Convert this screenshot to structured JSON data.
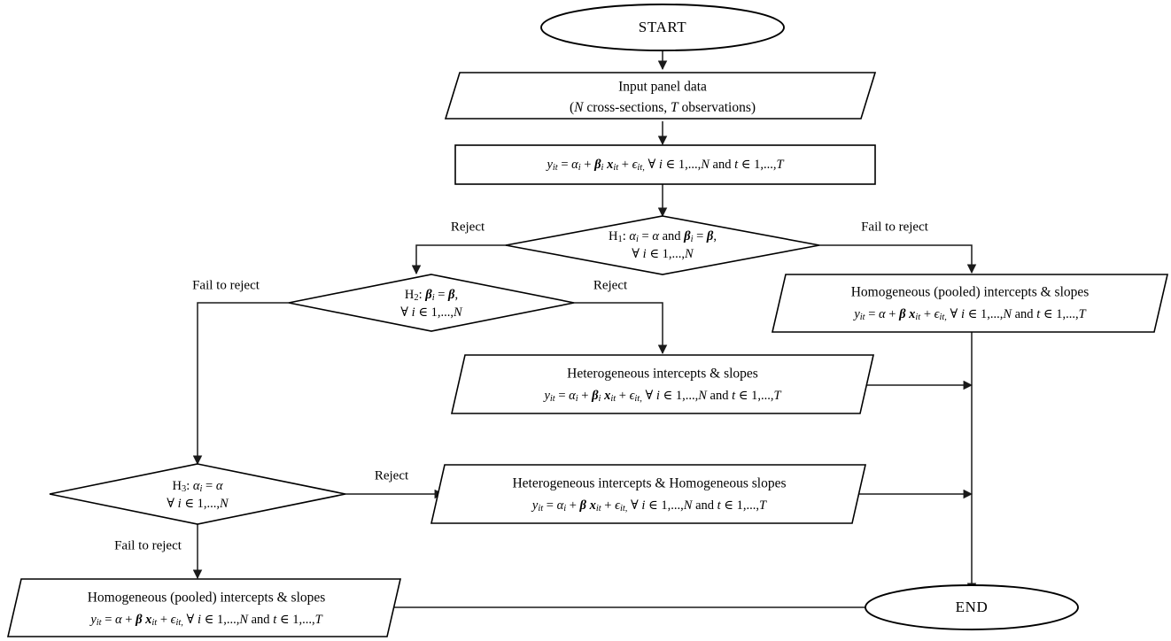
{
  "diagram": {
    "title": "Panel data model selection flowchart",
    "colors": {
      "stroke": "#000000",
      "edge": "#1a1a1a",
      "fill": "#ffffff",
      "text": "#000000"
    }
  },
  "nodes": {
    "start": {
      "label": "START",
      "shape": "ellipse"
    },
    "input": {
      "line1": "Input panel data",
      "line2_pre": "(",
      "line2_n": "N",
      "line2_mid": " cross-sections, ",
      "line2_t": "T",
      "line2_post": " observations)",
      "shape": "parallelogram"
    },
    "model": {
      "equation": "y_it = α_i + β_i x_it + ϵ_it, ∀ i ∈ 1,...,N and t ∈ 1,...,T",
      "shape": "rectangle"
    },
    "h1": {
      "line1": "H₁: αᵢ = α and βᵢ = β,",
      "line2": "∀ i ∈ 1,...,N",
      "shape": "diamond"
    },
    "h2": {
      "line1": "H₂: βᵢ = β,",
      "line2": "∀ i ∈ 1,...,N",
      "shape": "diamond"
    },
    "h3": {
      "line1": "H₃:  αᵢ = α",
      "line2": "∀ i ∈ 1,...,N",
      "shape": "diamond"
    },
    "pooled_right": {
      "line1": "Homogeneous (pooled) intercepts & slopes",
      "line2": "y_it = α + β x_it + ϵ_it, ∀ i ∈ 1,...,N and t ∈ 1,...,T",
      "shape": "parallelogram"
    },
    "hetero_both": {
      "line1": "Heterogeneous intercepts & slopes",
      "line2": "y_it = α_i + β_i x_it + ϵ_it, ∀ i ∈ 1,...,N and t ∈ 1,...,T",
      "shape": "parallelogram"
    },
    "hetero_int": {
      "line1": "Heterogeneous intercepts & Homogeneous slopes",
      "line2": "y_it = α_i + β x_it + ϵ_it, ∀ i ∈ 1,...,N and t ∈ 1,...,T",
      "shape": "parallelogram"
    },
    "pooled_bottom": {
      "line1": "Homogeneous (pooled) intercepts & slopes",
      "line2": "y_it = α + β x_it + ϵ_it, ∀ i ∈ 1,...,N and t ∈ 1,...,T",
      "shape": "parallelogram"
    },
    "end": {
      "label": "END",
      "shape": "ellipse"
    }
  },
  "edge_labels": {
    "h1_reject": "Reject",
    "h1_fail": "Fail to reject",
    "h2_fail": "Fail to reject",
    "h2_reject": "Reject",
    "h3_reject": "Reject",
    "h3_fail": "Fail to reject"
  }
}
